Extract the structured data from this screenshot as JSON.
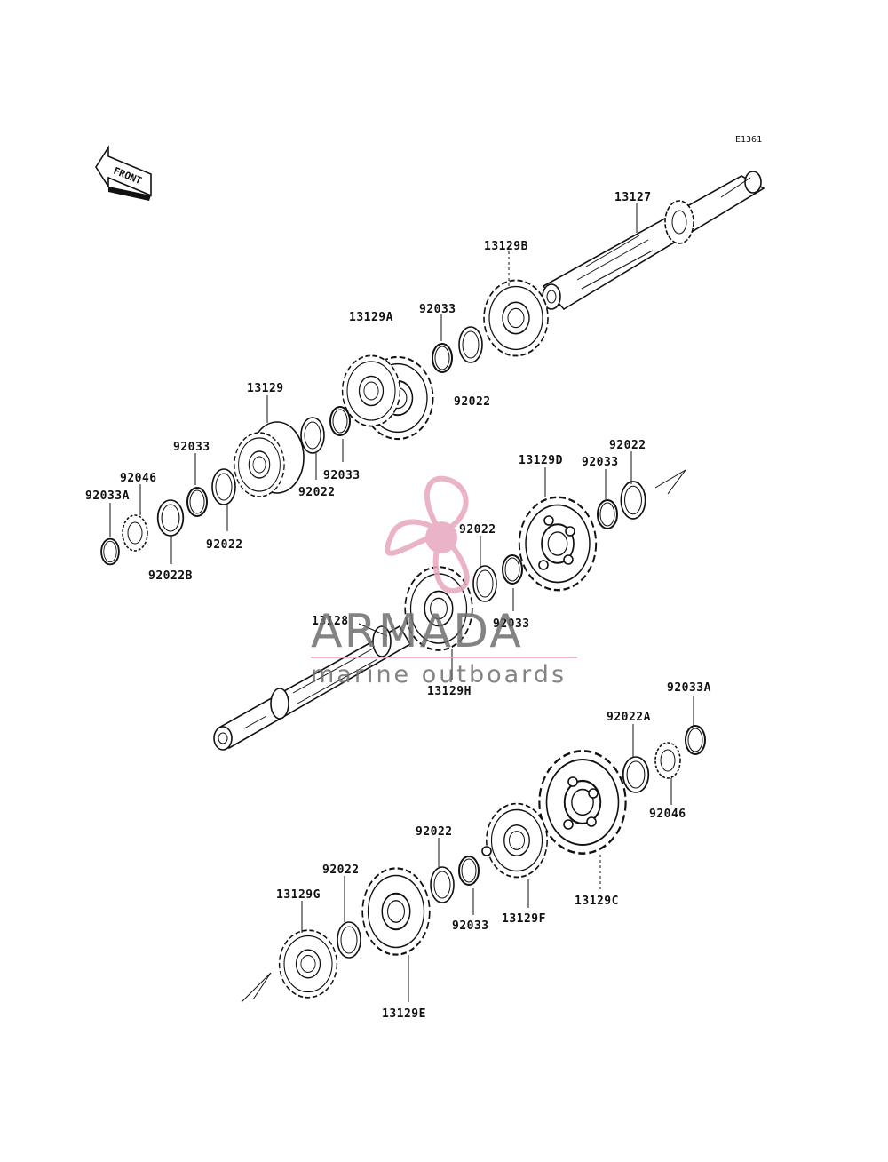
{
  "figure_code": "E1361",
  "front_label": "FRONT",
  "labels": {
    "p13127": "13127",
    "p13129B": "13129B",
    "p13129A": "13129A",
    "p92033_top": "92033",
    "p92022_top": "92022",
    "p13129": "13129",
    "p92033_mid1": "92033",
    "p92022_mid1": "92022",
    "p92033_left": "92033",
    "p92046_left": "92046",
    "p92033A_left": "92033A",
    "p92022_left": "92022",
    "p92022B": "92022B",
    "p13129D": "13129D",
    "p92033_r": "92033",
    "p92022_r": "92022",
    "p92022_c": "92022",
    "p92033_c": "92033",
    "p13128": "13128",
    "p13129H": "13129H",
    "p92033A_right": "92033A",
    "p92022A": "92022A",
    "p92046_right": "92046",
    "p92022_low1": "92022",
    "p92022_low2": "92022",
    "p92033_low": "92033",
    "p13129F": "13129F",
    "p13129C": "13129C",
    "p13129G": "13129G",
    "p13129E": "13129E"
  },
  "watermark": {
    "brand": "ARMADA",
    "tagline": "marine outboards",
    "color": "#e8a6bf"
  }
}
